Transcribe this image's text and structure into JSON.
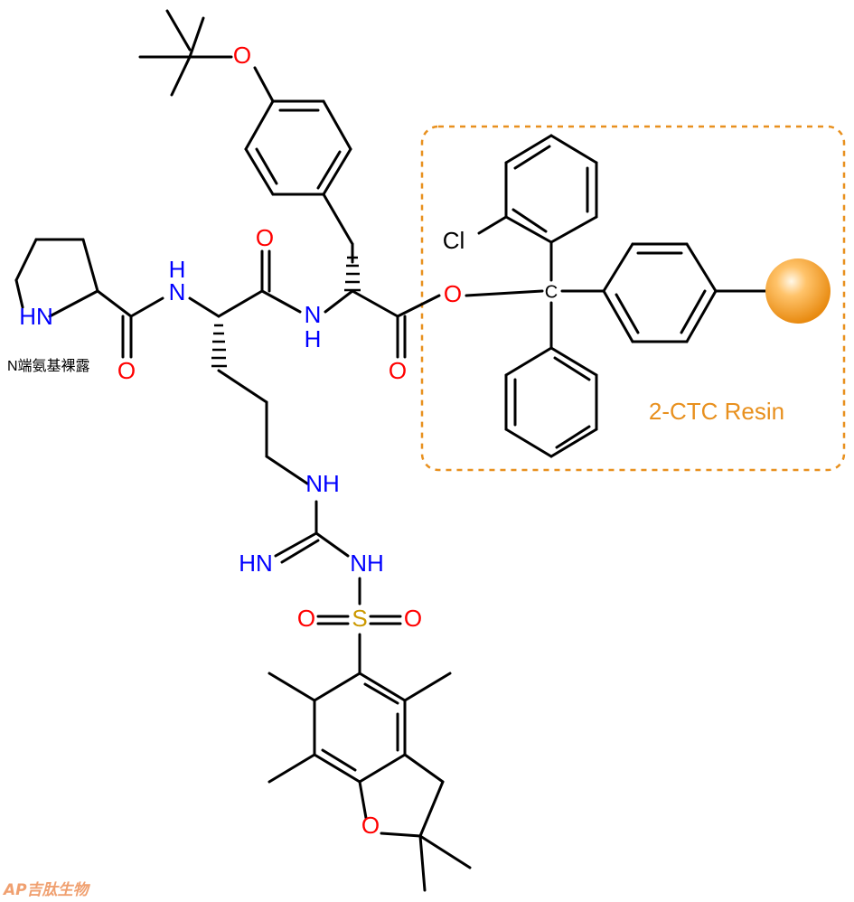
{
  "atom_labels": {
    "o_tbu": "O",
    "nh_pro": "HN",
    "nh_amide1_h": "H",
    "nh_amide1_n": "N",
    "o_pro": "O",
    "o_arg": "O",
    "nh_amide2_n": "N",
    "nh_amide2_h": "H",
    "o_tyr_ester": "O",
    "o_tyr_co": "O",
    "cl": "Cl",
    "c_trityl": "C",
    "nh_guan": "NH",
    "hn_imine": "HN",
    "nh_sulf": "NH",
    "o_s_left": "O",
    "s": "S",
    "o_s_right": "O",
    "o_pbf": "O"
  },
  "annotations": {
    "n_terminal_note": "N端氨基裸露",
    "resin_label": "2-CTC Resin",
    "logo_text": "AP吉肽生物"
  },
  "colors": {
    "nitrogen": "#0000ff",
    "oxygen": "#ff0000",
    "sulfur": "#cc9900",
    "resin_accent": "#e8901e"
  }
}
